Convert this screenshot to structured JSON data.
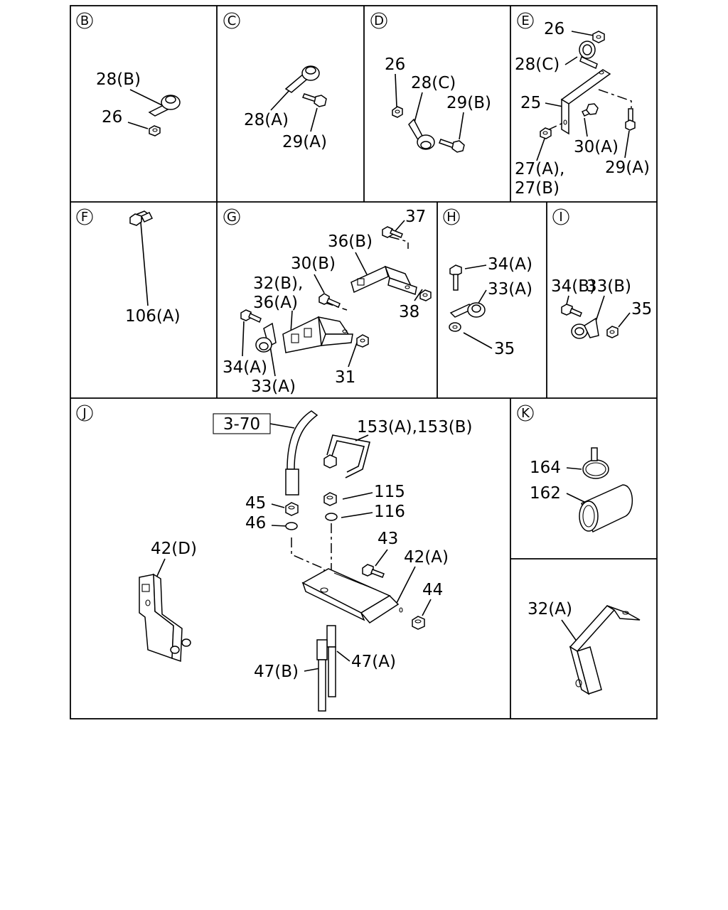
{
  "panels": [
    {
      "id": "B",
      "labels": [
        "28(B)",
        "26"
      ]
    },
    {
      "id": "C",
      "labels": [
        "28(A)",
        "29(A)"
      ]
    },
    {
      "id": "D",
      "labels": [
        "26",
        "28(C)",
        "29(B)"
      ]
    },
    {
      "id": "E",
      "labels": [
        "26",
        "28(C)",
        "25",
        "30(A)",
        "27(A),",
        "27(B)",
        "29(A)"
      ]
    },
    {
      "id": "F",
      "labels": [
        "106(A)"
      ]
    },
    {
      "id": "G",
      "labels": [
        "37",
        "36(B)",
        "30(B)",
        "32(B),",
        "36(A)",
        "38",
        "34(A)",
        "33(A)",
        "31"
      ]
    },
    {
      "id": "H",
      "labels": [
        "34(A)",
        "33(A)",
        "35"
      ]
    },
    {
      "id": "I",
      "labels": [
        "34(B)",
        "33(B)",
        "35"
      ]
    },
    {
      "id": "J",
      "reference": "3-70",
      "labels": [
        "153(A),153(B)",
        "45",
        "115",
        "46",
        "116",
        "43",
        "42(D)",
        "42(A)",
        "44",
        "47(A)",
        "47(B)"
      ]
    },
    {
      "id": "K",
      "labels": [
        "164",
        "162"
      ]
    },
    {
      "id": "",
      "labels": [
        "32(A)"
      ]
    }
  ]
}
